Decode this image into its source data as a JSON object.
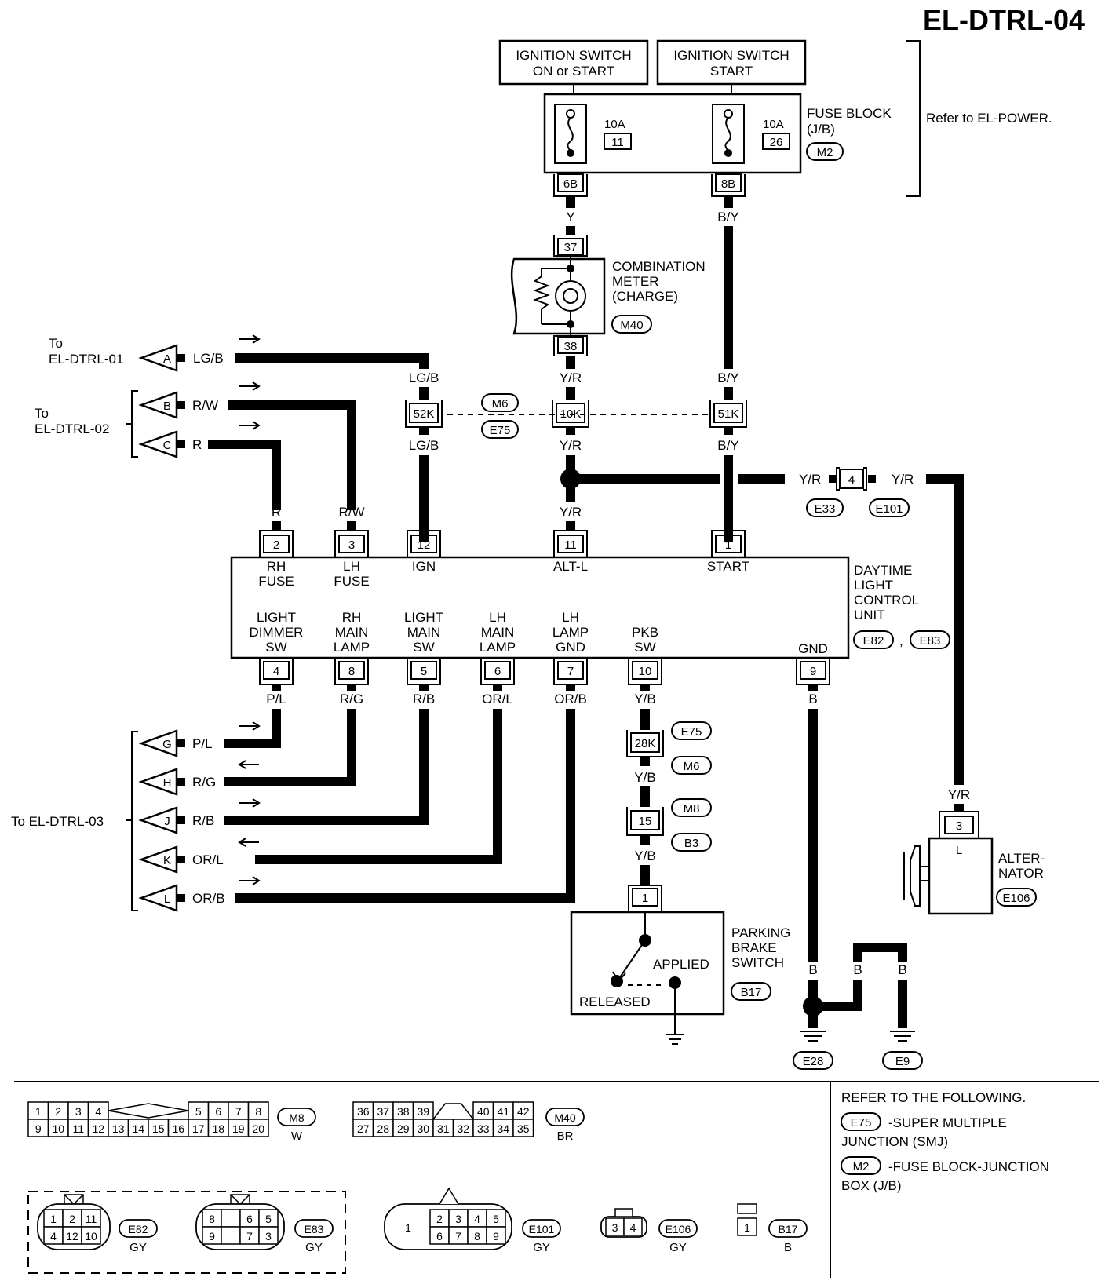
{
  "page_code": "EL-DTRL-04",
  "ign_on": [
    "IGNITION SWITCH",
    "ON or START"
  ],
  "ign_start": [
    "IGNITION SWITCH",
    "START"
  ],
  "fuse_block": {
    "label": [
      "FUSE BLOCK",
      "(J/B)"
    ],
    "conn": "M2",
    "refer": "Refer to EL-POWER.",
    "fuse1": {
      "amp": "10A",
      "num": "11",
      "pin": "6B"
    },
    "fuse2": {
      "amp": "10A",
      "num": "26",
      "pin": "8B"
    }
  },
  "meter": {
    "label": [
      "COMBINATION",
      "METER",
      "(CHARGE)"
    ],
    "conn": "M40",
    "pin_top": "37",
    "pin_bottom": "38"
  },
  "wires": {
    "y": "Y",
    "by": "B/Y",
    "yr": "Y/R",
    "lgb": "LG/B",
    "rw": "R/W",
    "r": "R",
    "pl": "P/L",
    "rg": "R/G",
    "rb": "R/B",
    "orl": "OR/L",
    "orb": "OR/B",
    "yb": "Y/B",
    "b": "B"
  },
  "joint": {
    "p1": "52K",
    "p2": "10K",
    "p3": "51K",
    "c1": "M6",
    "c2": "E75"
  },
  "alt_joint": {
    "pin": "4",
    "c1": "E33",
    "c2": "E101"
  },
  "refs": {
    "a": {
      "letter": "A",
      "text": [
        "To",
        "EL-DTRL-01"
      ]
    },
    "bc": [
      "To",
      "EL-DTRL-02"
    ],
    "b": "B",
    "c": "C",
    "glk": "To EL-DTRL-03",
    "g": "G",
    "h": "H",
    "j": "J",
    "k": "K",
    "l": "L"
  },
  "dlcu": {
    "label": [
      "DAYTIME",
      "LIGHT",
      "CONTROL",
      "UNIT"
    ],
    "c1": "E82",
    "c2": "E83",
    "comma": ",",
    "top": [
      {
        "pin": "2",
        "name": [
          "RH",
          "FUSE"
        ]
      },
      {
        "pin": "3",
        "name": [
          "LH",
          "FUSE"
        ]
      },
      {
        "pin": "12",
        "name": [
          "IGN"
        ]
      },
      {
        "pin": "11",
        "name": [
          "ALT-L"
        ]
      },
      {
        "pin": "1",
        "name": [
          "START"
        ]
      }
    ],
    "bottom": [
      {
        "pin": "4",
        "name": [
          "LIGHT",
          "DIMMER",
          "SW"
        ]
      },
      {
        "pin": "8",
        "name": [
          "RH",
          "MAIN",
          "LAMP"
        ]
      },
      {
        "pin": "5",
        "name": [
          "LIGHT",
          "MAIN",
          "SW"
        ]
      },
      {
        "pin": "6",
        "name": [
          "LH",
          "MAIN",
          "LAMP"
        ]
      },
      {
        "pin": "7",
        "name": [
          "LH",
          "LAMP",
          "GND"
        ]
      },
      {
        "pin": "10",
        "name": [
          "PKB",
          "SW"
        ]
      },
      {
        "pin": "9",
        "name": [
          "GND"
        ]
      }
    ]
  },
  "pkb_joint1": {
    "pin": "28K",
    "c1": "E75",
    "c2": "M6"
  },
  "pkb_joint2": {
    "pin": "15",
    "c1": "M8",
    "c2": "B3"
  },
  "pkb_switch": {
    "pin": "1",
    "label": [
      "PARKING",
      "BRAKE",
      "SWITCH"
    ],
    "conn": "B17",
    "applied": "APPLIED",
    "released": "RELEASED"
  },
  "alternator": {
    "pin": "3",
    "term": "L",
    "label": [
      "ALTER-",
      "NATOR"
    ],
    "conn": "E106"
  },
  "grounds": {
    "g1": "E28",
    "g2": "E9"
  },
  "refer_following": {
    "title": "REFER TO THE FOLLOWING.",
    "e75": "E75",
    "e75_desc": [
      "-SUPER MULTIPLE",
      "JUNCTION (SMJ)"
    ],
    "m2": "M2",
    "m2_desc": [
      "-FUSE BLOCK-JUNCTION",
      "BOX (J/B)"
    ]
  },
  "connectors": {
    "m8": {
      "row1a": [
        "1",
        "2",
        "3",
        "4"
      ],
      "row1b": [
        "5",
        "6",
        "7",
        "8"
      ],
      "row2": [
        "9",
        "10",
        "11",
        "12",
        "13",
        "14",
        "15",
        "16",
        "17",
        "18",
        "19",
        "20"
      ],
      "code": "M8",
      "color": "W"
    },
    "m40": {
      "row1a": [
        "36",
        "37",
        "38",
        "39"
      ],
      "row1b": [
        "40",
        "41",
        "42"
      ],
      "row2": [
        "27",
        "28",
        "29",
        "30",
        "31",
        "32",
        "33",
        "34",
        "35"
      ],
      "code": "M40",
      "color": "BR"
    },
    "e82": {
      "row1": [
        "1",
        "2",
        "11"
      ],
      "row2": [
        "4",
        "12",
        "10"
      ],
      "code": "E82",
      "color": "GY"
    },
    "e83": {
      "row1": [
        "8",
        "6",
        "5"
      ],
      "row2": [
        "9",
        "7",
        "3"
      ],
      "code": "E83",
      "color": "GY"
    },
    "e101": {
      "left": "1",
      "row1": [
        "2",
        "3",
        "4",
        "5"
      ],
      "row2": [
        "6",
        "7",
        "8",
        "9"
      ],
      "code": "E101",
      "color": "GY"
    },
    "e106": {
      "pins": [
        "3",
        "4"
      ],
      "code": "E106",
      "color": "GY"
    },
    "b17": {
      "pin": "1",
      "code": "B17",
      "color": "B"
    }
  }
}
